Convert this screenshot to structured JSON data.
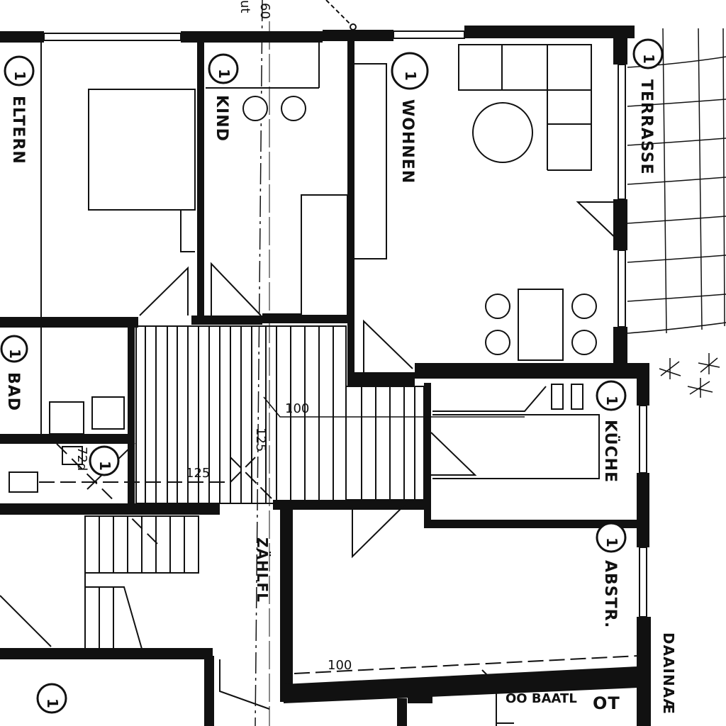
{
  "title": "Grundriss",
  "room_number": "1",
  "rooms": {
    "eltern": "ELTERN",
    "kind": "KIND",
    "wohnen": "WOHNEN",
    "terrasse": "TERRASSE",
    "bad": "BAD",
    "kueche": "KÜCHE",
    "abstr": "ABSTR.",
    "zaehlfl": "ZÄHLFL",
    "drainage": "DAAINAÆ",
    "baatl": "OO BAATL",
    "ot": "OT",
    "wc_mark": "72d"
  },
  "dimensions": {
    "d1": "100",
    "d2": "125",
    "d3": "125",
    "d4": "100"
  },
  "top_marks": {
    "a": "60",
    "b": "ut"
  }
}
